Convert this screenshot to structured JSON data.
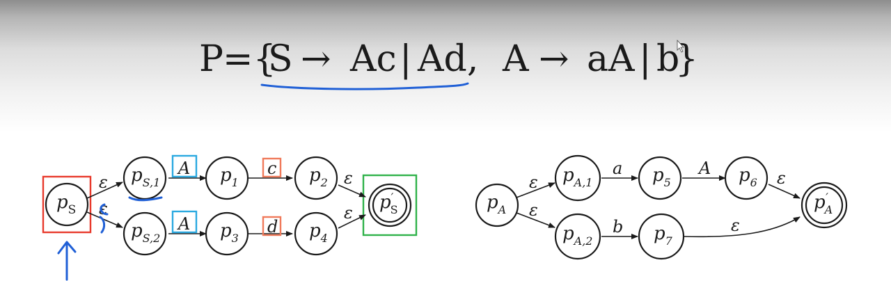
{
  "formula": {
    "P": "P",
    "eq_open": "={",
    "S": "S",
    "arrow1": "→",
    "Ac": "Ac",
    "bar1": "|",
    "Ad": "Ad,",
    "A": "A",
    "arrow2": "→",
    "aA": "aA",
    "bar2": "|",
    "b": "b",
    "close": "}"
  },
  "left_automaton": {
    "states": {
      "pS": {
        "base": "p",
        "sub": "S"
      },
      "pS1": {
        "base": "p",
        "sub": "S,1"
      },
      "pS2": {
        "base": "p",
        "sub": "S,2"
      },
      "p1": {
        "base": "p",
        "sub": "1"
      },
      "p2": {
        "base": "p",
        "sub": "2"
      },
      "p3": {
        "base": "p",
        "sub": "3"
      },
      "p4": {
        "base": "p",
        "sub": "4"
      },
      "pSf": {
        "base": "p",
        "sub": "S",
        "sup": "′"
      }
    },
    "edges": {
      "e_pS_pS1": "ε",
      "e_pS_pS2": "ε",
      "e_pS1_p1": "A",
      "e_p1_p2": "c",
      "e_p2_pSf": "ε",
      "e_pS2_p3": "A",
      "e_p3_p4": "d",
      "e_p4_pSf": "ε"
    }
  },
  "right_automaton": {
    "states": {
      "pA": {
        "base": "p",
        "sub": "A"
      },
      "pA1": {
        "base": "p",
        "sub": "A,1"
      },
      "pA2": {
        "base": "p",
        "sub": "A,2"
      },
      "p5": {
        "base": "p",
        "sub": "5"
      },
      "p6": {
        "base": "p",
        "sub": "6"
      },
      "p7": {
        "base": "p",
        "sub": "7"
      },
      "pAf": {
        "base": "p",
        "sub": "A",
        "sup": "′"
      }
    },
    "edges": {
      "e_pA_pA1": "ε",
      "e_pA_pA2": "ε",
      "e_pA1_p5": "a",
      "e_p5_p6": "A",
      "e_p6_pAf": "ε",
      "e_pA2_p7": "b",
      "e_p7_pAf": "ε"
    }
  },
  "highlight_colors": {
    "red": "#e8392b",
    "cyan": "#2aa9e0",
    "orange": "#f07a5a",
    "green": "#2fb24a",
    "blue_ink": "#1f5fd6"
  }
}
